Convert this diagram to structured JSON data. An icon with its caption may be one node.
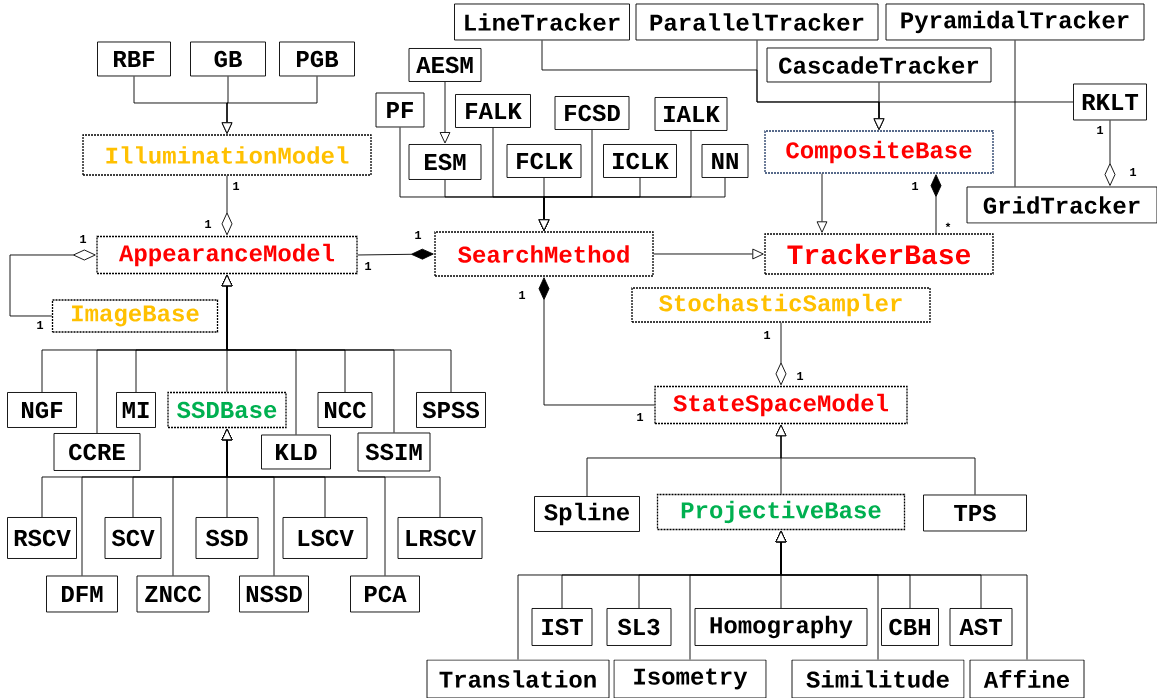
{
  "diagram": {
    "nodes": [
      {
        "text": [
          "RBF"
        ]
      },
      {
        "text": [
          "GB"
        ]
      },
      {
        "text": [
          "PGB"
        ]
      },
      {
        "text": [
          "IlluminationModel"
        ]
      },
      {
        "text": [
          "AppearanceModel"
        ]
      },
      {
        "text": [
          "ImageBase"
        ]
      },
      {
        "text": [
          "LineTracker"
        ]
      },
      {
        "text": [
          "ParallelTracker"
        ]
      },
      {
        "text": [
          "PyramidalTracker"
        ]
      },
      {
        "text": [
          "AESM"
        ]
      },
      {
        "text": [
          "CascadeTracker"
        ]
      },
      {
        "text": [
          "RKLT"
        ]
      },
      {
        "text": [
          "PF"
        ]
      },
      {
        "text": [
          "FALK"
        ]
      },
      {
        "text": [
          "FCSD"
        ]
      },
      {
        "text": [
          "IALK"
        ]
      },
      {
        "text": [
          "ESM"
        ]
      },
      {
        "text": [
          "FCLK"
        ]
      },
      {
        "text": [
          "ICLK"
        ]
      },
      {
        "text": [
          "NN"
        ]
      },
      {
        "text": [
          "CompositeBase"
        ]
      },
      {
        "text": [
          "GridTracker"
        ]
      },
      {
        "text": [
          "SearchMethod"
        ]
      },
      {
        "text": [
          "TrackerBase"
        ]
      },
      {
        "text": [
          "StochasticSampler"
        ]
      },
      {
        "text": [
          "NGF"
        ]
      },
      {
        "text": [
          "MI"
        ]
      },
      {
        "text": [
          "SSDBase"
        ]
      },
      {
        "text": [
          "NCC"
        ]
      },
      {
        "text": [
          "SPSS"
        ]
      },
      {
        "text": [
          "CCRE"
        ]
      },
      {
        "text": [
          "KLD"
        ]
      },
      {
        "text": [
          "SSIM"
        ]
      },
      {
        "text": [
          "StateSpaceModel"
        ]
      },
      {
        "text": [
          "RSCV"
        ]
      },
      {
        "text": [
          "SCV"
        ]
      },
      {
        "text": [
          "SSD"
        ]
      },
      {
        "text": [
          "LSCV"
        ]
      },
      {
        "text": [
          "LRSCV"
        ]
      },
      {
        "text": [
          "DFM"
        ]
      },
      {
        "text": [
          "ZNCC"
        ]
      },
      {
        "text": [
          "NSSD"
        ]
      },
      {
        "text": [
          "PCA"
        ]
      },
      {
        "text": [
          "Spline"
        ]
      },
      {
        "text": [
          "ProjectiveBase"
        ]
      },
      {
        "text": [
          "TPS"
        ]
      },
      {
        "text": [
          "IST"
        ]
      },
      {
        "text": [
          "SL3"
        ]
      },
      {
        "text": [
          "Homography"
        ]
      },
      {
        "text": [
          "CBH"
        ]
      },
      {
        "text": [
          "AST"
        ]
      },
      {
        "text": [
          "Translation"
        ]
      },
      {
        "text": [
          "Isometry"
        ]
      },
      {
        "text": [
          "Similitude"
        ]
      },
      {
        "text": [
          "Affine"
        ]
      }
    ],
    "edges": [
      {
        "from": 0,
        "to": 3,
        "arrow": "to"
      },
      {
        "from": 1,
        "to": 3,
        "arrow": "to"
      },
      {
        "from": 2,
        "to": 3,
        "arrow": "to"
      },
      {
        "from": 3,
        "to": 4,
        "arrow": "other"
      },
      {
        "from": 5,
        "to": 4,
        "arrow": "other"
      },
      {
        "from": 4,
        "to": 22,
        "arrow": "other"
      },
      {
        "from": 9,
        "to": 16,
        "arrow": "to"
      },
      {
        "from": 12,
        "to": 22,
        "arrow": "to"
      },
      {
        "from": 16,
        "to": 22,
        "arrow": "to"
      },
      {
        "from": 13,
        "to": 22,
        "arrow": "to"
      },
      {
        "from": 17,
        "to": 22,
        "arrow": "to"
      },
      {
        "from": 14,
        "to": 22,
        "arrow": "to"
      },
      {
        "from": 18,
        "to": 22,
        "arrow": "to"
      },
      {
        "from": 15,
        "to": 22,
        "arrow": "to"
      },
      {
        "from": 19,
        "to": 22,
        "arrow": "to"
      },
      {
        "from": 22,
        "to": 23,
        "arrow": "to"
      },
      {
        "from": 6,
        "to": 20,
        "arrow": "to"
      },
      {
        "from": 7,
        "to": 20,
        "arrow": "to"
      },
      {
        "from": 10,
        "to": 20,
        "arrow": "to"
      },
      {
        "from": 11,
        "to": 20,
        "arrow": "to"
      },
      {
        "from": 8,
        "to": 21,
        "arrow": "none"
      },
      {
        "from": 11,
        "to": 21,
        "arrow": "other"
      },
      {
        "from": 20,
        "to": 23,
        "arrow": "to"
      },
      {
        "from": 23,
        "to": 20,
        "arrow": "other"
      },
      {
        "from": 33,
        "to": 22,
        "arrow": "other"
      },
      {
        "from": 24,
        "to": 33,
        "arrow": "other"
      },
      {
        "from": 25,
        "to": 4,
        "arrow": "to"
      },
      {
        "from": 30,
        "to": 4,
        "arrow": "to"
      },
      {
        "from": 26,
        "to": 4,
        "arrow": "to"
      },
      {
        "from": 27,
        "to": 4,
        "arrow": "to"
      },
      {
        "from": 31,
        "to": 4,
        "arrow": "to"
      },
      {
        "from": 28,
        "to": 4,
        "arrow": "to"
      },
      {
        "from": 32,
        "to": 4,
        "arrow": "to"
      },
      {
        "from": 29,
        "to": 4,
        "arrow": "to"
      },
      {
        "from": 34,
        "to": 27,
        "arrow": "to"
      },
      {
        "from": 39,
        "to": 27,
        "arrow": "to"
      },
      {
        "from": 35,
        "to": 27,
        "arrow": "to"
      },
      {
        "from": 40,
        "to": 27,
        "arrow": "to"
      },
      {
        "from": 36,
        "to": 27,
        "arrow": "to"
      },
      {
        "from": 41,
        "to": 27,
        "arrow": "to"
      },
      {
        "from": 37,
        "to": 27,
        "arrow": "to"
      },
      {
        "from": 42,
        "to": 27,
        "arrow": "to"
      },
      {
        "from": 38,
        "to": 27,
        "arrow": "to"
      },
      {
        "from": 43,
        "to": 33,
        "arrow": "to"
      },
      {
        "from": 44,
        "to": 33,
        "arrow": "to"
      },
      {
        "from": 45,
        "to": 33,
        "arrow": "to"
      },
      {
        "from": 51,
        "to": 44,
        "arrow": "to"
      },
      {
        "from": 46,
        "to": 44,
        "arrow": "to"
      },
      {
        "from": 47,
        "to": 44,
        "arrow": "to"
      },
      {
        "from": 52,
        "to": 44,
        "arrow": "to"
      },
      {
        "from": 48,
        "to": 44,
        "arrow": "to"
      },
      {
        "from": 53,
        "to": 44,
        "arrow": "to"
      },
      {
        "from": 49,
        "to": 44,
        "arrow": "to"
      },
      {
        "from": 50,
        "to": 44,
        "arrow": "to"
      },
      {
        "from": 54,
        "to": 44,
        "arrow": "to"
      }
    ],
    "labels": [
      "1",
      "1",
      "1",
      "1",
      "1",
      "1",
      "1",
      "*",
      "1",
      "1",
      "1",
      "1",
      "1",
      "1"
    ]
  }
}
